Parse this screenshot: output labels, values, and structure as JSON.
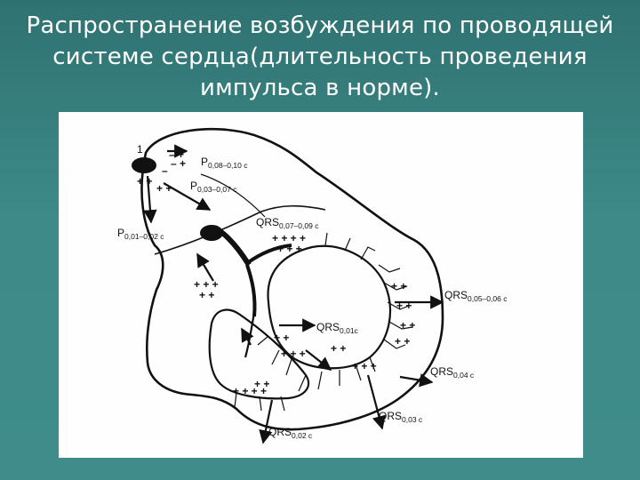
{
  "slide": {
    "title_line1": "Распространение возбуждения по проводящей",
    "title_line2": "системе сердца(длительность проведения",
    "title_line3": "импульса в норме)."
  },
  "diagram": {
    "node_number": "1",
    "labels": {
      "p1_main": "P",
      "p1_sub": "0,08–0,10 с",
      "p2_main": "P",
      "p2_sub": "0,03–0,07 с",
      "p3_main": "P",
      "p3_sub": "0,01–0,02 с",
      "qrs1_main": "QRS",
      "qrs1_sub": "0,07–0,09 с",
      "qrs2_main": "QRS",
      "qrs2_sub": "0,05–0,06 с",
      "qrs3_main": "QRS",
      "qrs3_sub": "0,01с",
      "qrs4_main": "QRS",
      "qrs4_sub": "0,04 с",
      "qrs5_main": "QRS",
      "qrs5_sub": "0,03 с",
      "qrs6_main": "QRS",
      "qrs6_sub": "0,02 с"
    },
    "colors": {
      "ink": "#111111",
      "paper": "#fefefe",
      "background": "#3d8a88",
      "title": "#ffffff"
    }
  }
}
